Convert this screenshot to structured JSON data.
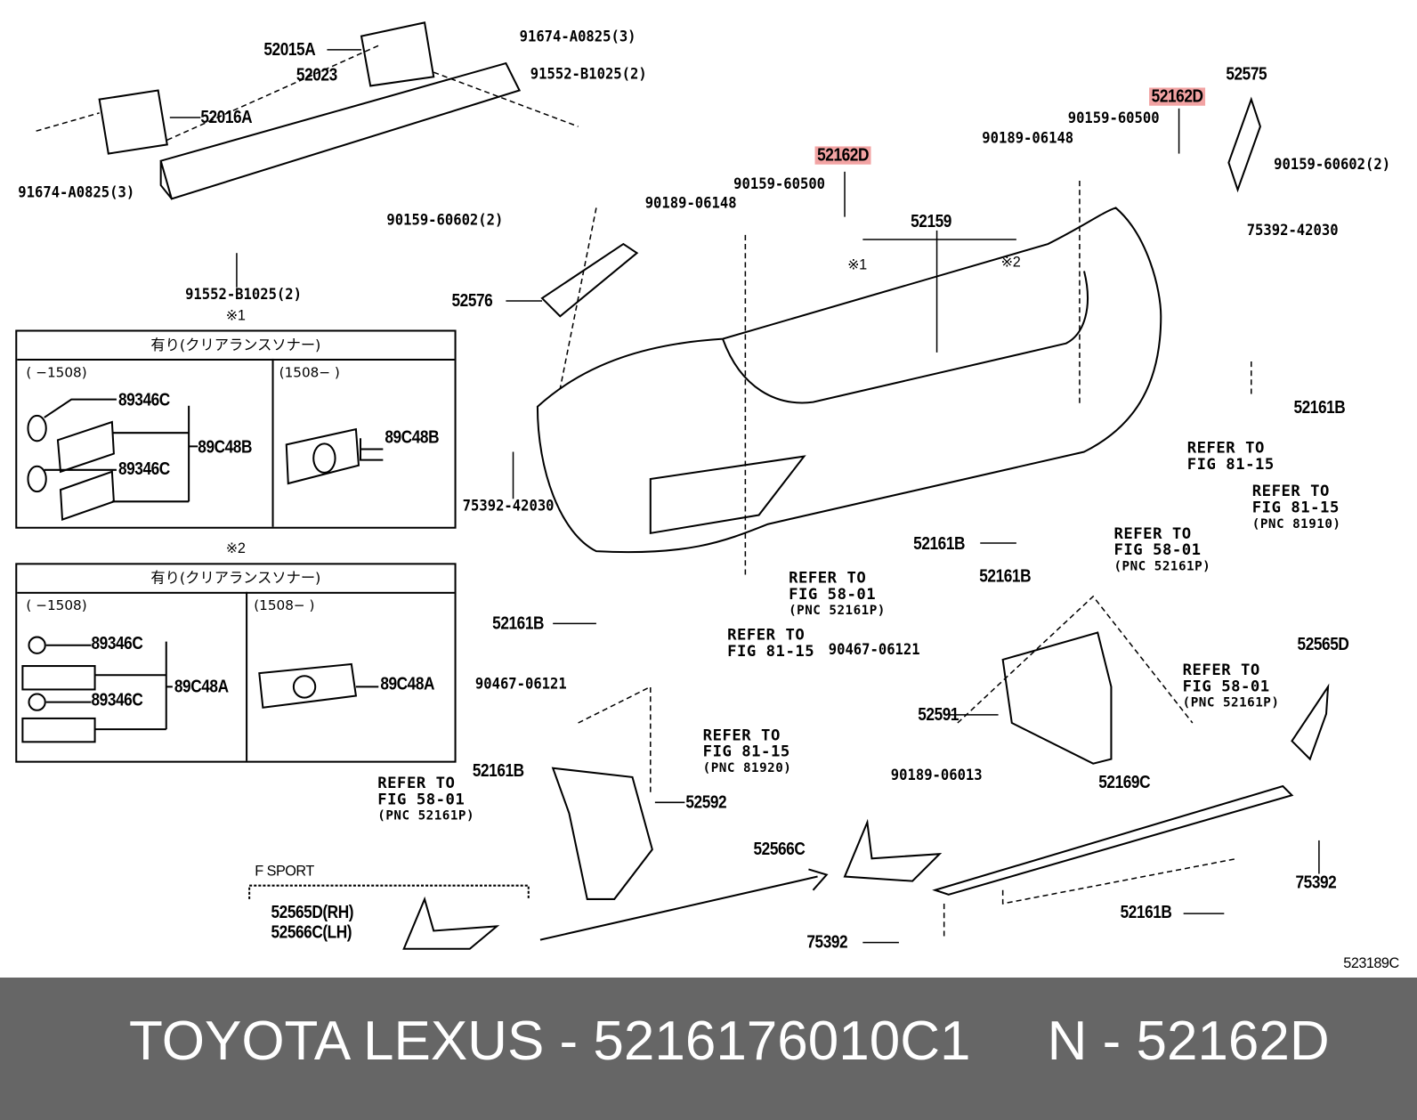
{
  "labels": {
    "p52015A": "52015A",
    "p91674_top": "91674-A0825(3)",
    "p52023": "52023",
    "p91552_top": "91552-B1025(2)",
    "p52016A": "52016A",
    "p91674_left": "91674-A0825(3)",
    "p91552_left": "91552-B1025(2)",
    "p52162D_a": "52162D",
    "p52162D_b": "52162D",
    "p90159_60500_a": "90159-60500",
    "p90189_06148_a": "90189-06148",
    "p90159_60602_a": "90159-60602(2)",
    "p52159": "52159",
    "mark1_a": "※1",
    "mark2_a": "※2",
    "p52576": "52576",
    "p90159_60500_b": "90159-60500",
    "p90189_06148_b": "90189-06148",
    "p52575": "52575",
    "p90159_60602_b": "90159-60602(2)",
    "p75392_42030_a": "75392-42030",
    "p52161B_a": "52161B",
    "p75392_42030_b": "75392-42030",
    "p52161B_b": "52161B",
    "p52161B_c": "52161B",
    "p52161B_d": "52161B",
    "p90467_06121_a": "90467-06121",
    "p52565D": "52565D",
    "p90467_06121_b": "90467-06121",
    "p52591": "52591",
    "p52161B_e": "52161B",
    "p52592": "52592",
    "p90189_06013": "90189-06013",
    "p52169C": "52169C",
    "p52566C": "52566C",
    "p75392_a": "75392",
    "p52161B_f": "52161B",
    "p75392_b": "75392",
    "fsport": "F SPORT",
    "p52565D_rh": "52565D(RH)",
    "p52566C_lh": "52566C(LH)",
    "illust_no": "523189C"
  },
  "refs": {
    "r1": [
      "REFER TO",
      "FIG 81-15"
    ],
    "r2": [
      "REFER TO",
      "FIG 81-15",
      "(PNC 81910)"
    ],
    "r3": [
      "REFER TO",
      "FIG 58-01",
      "(PNC 52161P)"
    ],
    "r4": [
      "REFER TO",
      "FIG 58-01",
      "(PNC 52161P)"
    ],
    "r5": [
      "REFER TO",
      "FIG 81-15"
    ],
    "r6": [
      "REFER TO",
      "FIG 58-01",
      "(PNC 52161P)"
    ],
    "r7": [
      "REFER TO",
      "FIG 81-15",
      "(PNC 81920)"
    ],
    "r8": [
      "REFER TO",
      "FIG 58-01",
      "(PNC 52161P)"
    ]
  },
  "inset1": {
    "mark": "※1",
    "header": "有り(クリアランスソナー)",
    "range_left": "(     −1508)",
    "range_right": "(1508−      )",
    "p1": "89346C",
    "p2": "89346C",
    "assy_left": "89C48B",
    "assy_right": "89C48B"
  },
  "inset2": {
    "mark": "※2",
    "header": "有り(クリアランスソナー)",
    "range_left": "(     −1508)",
    "range_right": "(1508−      )",
    "p1": "89346C",
    "p2": "89346C",
    "assy_left": "89C48A",
    "assy_right": "89C48A"
  },
  "footer": {
    "text": "TOYOTA LEXUS - 5216176010C1     N - 52162D"
  },
  "colors": {
    "highlight": "#f2a3a3",
    "footer_bg": "#666666"
  }
}
